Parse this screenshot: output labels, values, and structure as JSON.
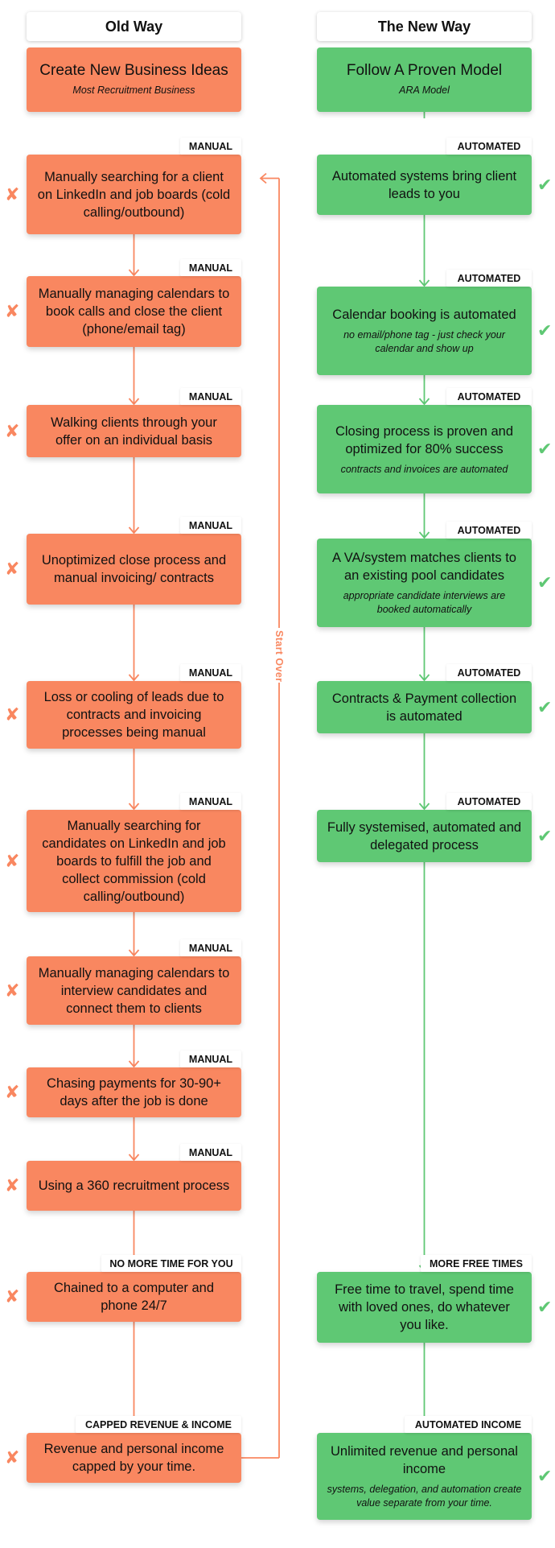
{
  "headers": {
    "old": "Old Way",
    "new": "The New Way"
  },
  "old_steps": [
    {
      "title": "Create New Business Ideas",
      "subtitle": "Most Recruitment Business",
      "tag": ""
    },
    {
      "title": "Manually searching for a client on LinkedIn and job boards (cold calling/outbound)",
      "subtitle": "",
      "tag": "MANUAL"
    },
    {
      "title": "Manually managing calendars to book calls and close the client (phone/email tag)",
      "subtitle": "",
      "tag": "MANUAL"
    },
    {
      "title": "Walking clients through your offer on an individual basis",
      "subtitle": "",
      "tag": "MANUAL"
    },
    {
      "title": "Unoptimized close process and manual invoicing/ contracts",
      "subtitle": "",
      "tag": "MANUAL"
    },
    {
      "title": "Loss or cooling of leads due to contracts and invoicing processes being manual",
      "subtitle": "",
      "tag": "MANUAL"
    },
    {
      "title": "Manually searching for candidates on LinkedIn and job boards to fulfill the job and collect commission (cold calling/outbound)",
      "subtitle": "",
      "tag": "MANUAL"
    },
    {
      "title": "Manually managing calendars to interview candidates and connect them to clients",
      "subtitle": "",
      "tag": "MANUAL"
    },
    {
      "title": "Chasing payments for 30-90+ days after the job is done",
      "subtitle": "",
      "tag": "MANUAL"
    },
    {
      "title": "Using a 360 recruitment process",
      "subtitle": "",
      "tag": "MANUAL"
    },
    {
      "title": "Chained to a computer and phone 24/7",
      "subtitle": "",
      "tag": "NO MORE TIME FOR YOU"
    },
    {
      "title": "Revenue and personal income capped by your time.",
      "subtitle": "",
      "tag": "CAPPED REVENUE & INCOME"
    }
  ],
  "new_steps": [
    {
      "title": "Follow A Proven Model",
      "subtitle": "ARA Model",
      "tag": ""
    },
    {
      "title": "Automated systems bring client leads to you",
      "subtitle": "",
      "tag": "AUTOMATED"
    },
    {
      "title": "Calendar booking is automated",
      "subtitle": "no email/phone tag - just check your calendar and show up",
      "tag": "AUTOMATED"
    },
    {
      "title": "Closing process is proven and optimized for 80% success",
      "subtitle": "contracts and invoices are automated",
      "tag": "AUTOMATED"
    },
    {
      "title": "A VA/system matches clients to an existing pool candidates",
      "subtitle": "appropriate candidate interviews are booked automatically",
      "tag": "AUTOMATED"
    },
    {
      "title": "Contracts & Payment collection is automated",
      "subtitle": "",
      "tag": "AUTOMATED"
    },
    {
      "title": "Fully systemised, automated and delegated process",
      "subtitle": "",
      "tag": "AUTOMATED"
    },
    {
      "title": "Free time to travel, spend time with loved ones, do whatever you like.",
      "subtitle": "",
      "tag": "MORE FREE TIMES"
    },
    {
      "title": "Unlimited revenue and personal income",
      "subtitle": "systems, delegation, and automation create value separate from your time.",
      "tag": "AUTOMATED INCOME"
    }
  ],
  "loop_label": "Start Over",
  "symbols": {
    "cross": "✘",
    "check": "✔"
  },
  "colors": {
    "old": "#f98760",
    "new": "#5fc874"
  }
}
